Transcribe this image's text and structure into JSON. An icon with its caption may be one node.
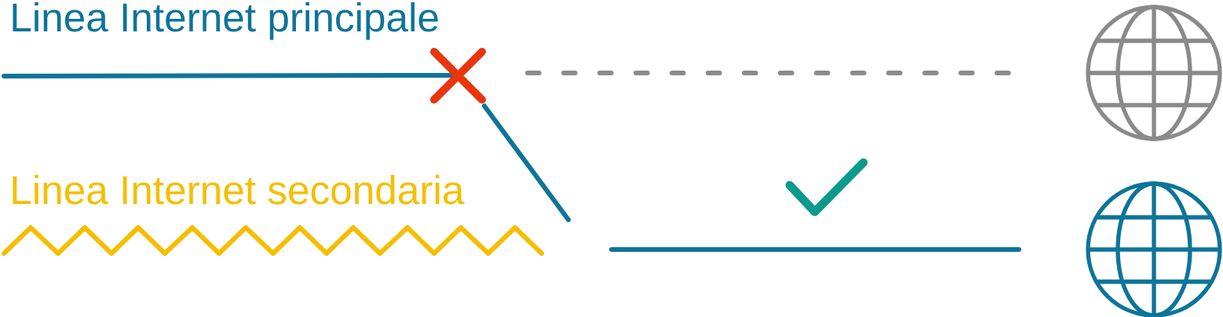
{
  "diagram": {
    "nodes": [
      {
        "text": [],
        "shape": "globe"
      },
      {
        "text": [],
        "shape": "globe"
      }
    ],
    "edges": [
      {
        "from": null,
        "to": 0,
        "arrow": "none",
        "style": "dashed",
        "color": "#8a8a8a"
      },
      {
        "from": null,
        "to": 1,
        "arrow": "none",
        "color": "#0e7499"
      }
    ],
    "labels": [
      "Linea Internet principale",
      "Linea Internet secondaria"
    ]
  }
}
